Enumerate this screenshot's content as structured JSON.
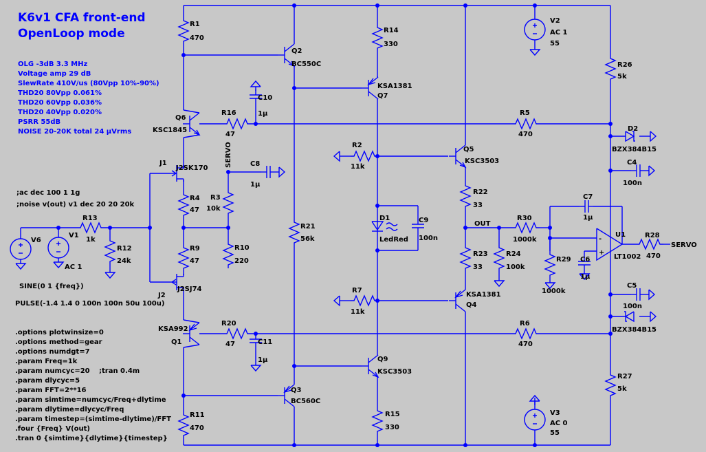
{
  "title_line1": "K6v1 CFA front-end",
  "title_line2": "OpenLoop mode",
  "results": [
    "OLG -3dB 3.3 MHz",
    "Voltage amp 29 dB",
    "SlewRate 410V/us (80Vpp 10%-90%)",
    "THD20 80Vpp 0.061%",
    "THD20 60Vpp 0.036%",
    "THD20 40Vpp 0.020%",
    "PSRR 55dB",
    "NOISE 20-20K total 24 µVrms"
  ],
  "analysis_ac": ";ac dec 100 1 1g",
  "analysis_noise": ";noise v(out) v1 dec 20 20 20k",
  "v1_sine": "SINE(0 1 {freq})",
  "v6_pulse": "PULSE(-1.4 1.4 0 100n 100n 50u 100u)",
  "directives": [
    ".options plotwinsize=0",
    ".options method=gear",
    ".options numdgt=7",
    ".param Freq=1k",
    ".param numcyc=20",
    ".param dlycyc=5",
    ".param FFT=2**16",
    ".param simtime=numcyc/Freq+dlytime",
    ".param dlytime=dlycyc/Freq",
    ".param timestep=(simtime-dlytime)/FFT",
    ".four {Freq} V(out)",
    ".tran 0 {simtime}{dlytime}{timestep}"
  ],
  "tran_comment": ";tran 0.4m",
  "net_out": "OUT",
  "net_servo": "SERVO",
  "components": {
    "R1": {
      "ref": "R1",
      "val": "470"
    },
    "R2": {
      "ref": "R2",
      "val": "11k"
    },
    "R3": {
      "ref": "R3",
      "val": "10k"
    },
    "R4": {
      "ref": "R4",
      "val": "47"
    },
    "R5": {
      "ref": "R5",
      "val": "470"
    },
    "R6": {
      "ref": "R6",
      "val": "470"
    },
    "R7": {
      "ref": "R7",
      "val": "11k"
    },
    "R9": {
      "ref": "R9",
      "val": "47"
    },
    "R10": {
      "ref": "R10",
      "val": "220"
    },
    "R11": {
      "ref": "R11",
      "val": "470"
    },
    "R12": {
      "ref": "R12",
      "val": "24k"
    },
    "R13": {
      "ref": "R13",
      "val": "1k"
    },
    "R14": {
      "ref": "R14",
      "val": "330"
    },
    "R15": {
      "ref": "R15",
      "val": "330"
    },
    "R16": {
      "ref": "R16",
      "val": "47"
    },
    "R20": {
      "ref": "R20",
      "val": "47"
    },
    "R21": {
      "ref": "R21",
      "val": "56k"
    },
    "R22": {
      "ref": "R22",
      "val": "33"
    },
    "R23": {
      "ref": "R23",
      "val": "33"
    },
    "R24": {
      "ref": "R24",
      "val": "100k"
    },
    "R26": {
      "ref": "R26",
      "val": "5k"
    },
    "R27": {
      "ref": "R27",
      "val": "5k"
    },
    "R28": {
      "ref": "R28",
      "val": "470"
    },
    "R29": {
      "ref": "R29",
      "val": "1000k"
    },
    "R30": {
      "ref": "R30",
      "val": "1000k"
    },
    "C4": {
      "ref": "C4",
      "val": "100n"
    },
    "C5": {
      "ref": "C5",
      "val": "100n"
    },
    "C6": {
      "ref": "C6",
      "val": "1µ"
    },
    "C7": {
      "ref": "C7",
      "val": "1µ"
    },
    "C8": {
      "ref": "C8",
      "val": "1µ"
    },
    "C9": {
      "ref": "C9",
      "val": "100n"
    },
    "C10": {
      "ref": "C10",
      "val": "1µ"
    },
    "C11": {
      "ref": "C11",
      "val": "1µ"
    },
    "Q1": {
      "ref": "Q1",
      "val": "KSA992"
    },
    "Q2": {
      "ref": "Q2",
      "val": "BC550C"
    },
    "Q3": {
      "ref": "Q3",
      "val": "BC560C"
    },
    "Q4": {
      "ref": "Q4",
      "val": "KSA1381"
    },
    "Q5": {
      "ref": "Q5",
      "val": "KSC3503"
    },
    "Q6": {
      "ref": "Q6",
      "val": "KSC1845"
    },
    "Q7": {
      "ref": "Q7",
      "val": "KSA1381"
    },
    "Q9": {
      "ref": "Q9",
      "val": "KSC3503"
    },
    "J1": {
      "ref": "J1",
      "val": "J2SK170"
    },
    "J2": {
      "ref": "J2",
      "val": "J2SJ74"
    },
    "D1": {
      "ref": "D1",
      "val": "LedRed"
    },
    "D2": {
      "ref": "D2",
      "val": "BZX384B15"
    },
    "D3": {
      "ref": "",
      "val": "BZX384B15"
    },
    "U1": {
      "ref": "U1",
      "val": "LT1002"
    },
    "V1": {
      "ref": "V1",
      "val": "AC 1"
    },
    "V2": {
      "ref": "V2",
      "val": "AC 1",
      "val2": "55"
    },
    "V3": {
      "ref": "V3",
      "val": "AC 0",
      "val2": "55"
    },
    "V6": {
      "ref": "V6",
      "val": ""
    }
  }
}
